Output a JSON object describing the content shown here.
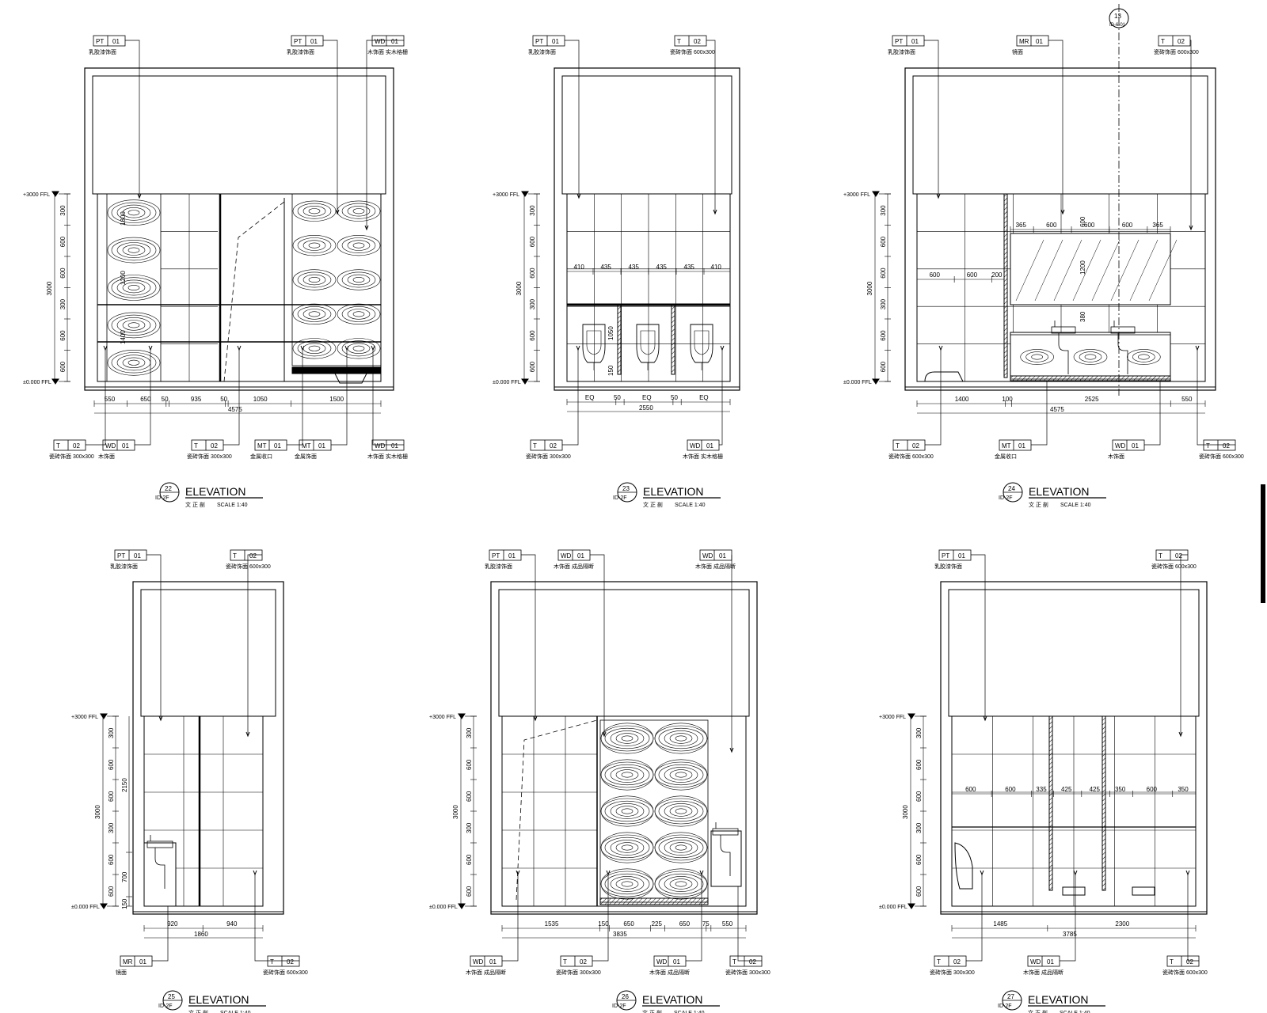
{
  "sheet": {
    "title_word": "ELEVATION",
    "sheet_ref": "ID-2F",
    "scale_text": "SCALE 1:40",
    "scale_prefix": "文 正 剖"
  },
  "elevations": [
    {
      "number": "22",
      "tags_top": [
        {
          "code": "PT",
          "num": "01",
          "note": "乳胶漆饰面"
        },
        {
          "code": "PT",
          "num": "01",
          "note": "乳胶漆饰面"
        },
        {
          "code": "WD",
          "num": "01",
          "note": "木饰面 实木格栅"
        }
      ],
      "tags_bottom": [
        {
          "code": "T",
          "num": "02",
          "note": "瓷砖饰面 300x300"
        },
        {
          "code": "WD",
          "num": "01",
          "note": "木饰面"
        },
        {
          "code": "T",
          "num": "02",
          "note": "瓷砖饰面 300x300"
        },
        {
          "code": "MT",
          "num": "01",
          "note": "金属收口"
        },
        {
          "code": "MT",
          "num": "01",
          "note": "金属饰面"
        },
        {
          "code": "WD",
          "num": "01",
          "note": "木饰面 实木格栅"
        }
      ],
      "level_top": "+3000 FFL",
      "level_bottom": "±0.000 FFL",
      "vert_dims": [
        "300",
        "600",
        "600",
        "300",
        "600",
        "600"
      ],
      "vert_total": "3000",
      "inner_dims": [
        "1800",
        "1200",
        "1400"
      ],
      "horiz_dims": [
        "550",
        "650",
        "50",
        "935",
        "50",
        "1050",
        "1500"
      ],
      "horiz_total": "4575"
    },
    {
      "number": "23",
      "tags_top": [
        {
          "code": "PT",
          "num": "01",
          "note": "乳胶漆饰面"
        },
        {
          "code": "T",
          "num": "02",
          "note": "瓷砖饰面 600x300"
        }
      ],
      "tags_bottom": [
        {
          "code": "T",
          "num": "02",
          "note": "瓷砖饰面 300x300"
        },
        {
          "code": "WD",
          "num": "01",
          "note": "木饰面 实木格栅"
        }
      ],
      "level_top": "+3000 FFL",
      "level_bottom": "±0.000 FFL",
      "vert_dims": [
        "300",
        "600",
        "600",
        "300",
        "600",
        "600"
      ],
      "vert_total": "3000",
      "row_dims": [
        "410",
        "435",
        "435",
        "435",
        "435",
        "410"
      ],
      "inner_dims": [
        "1050",
        "150"
      ],
      "horiz_dims": [
        "EQ",
        "50",
        "EQ",
        "50",
        "EQ"
      ],
      "horiz_total": "2550"
    },
    {
      "number": "24",
      "callout": {
        "num": "13",
        "ref": "ID-6-01"
      },
      "tags_top": [
        {
          "code": "PT",
          "num": "01",
          "note": "乳胶漆饰面"
        },
        {
          "code": "MR",
          "num": "01",
          "note": "镜面"
        },
        {
          "code": "T",
          "num": "02",
          "note": "瓷砖饰面 600x300"
        }
      ],
      "tags_bottom": [
        {
          "code": "T",
          "num": "02",
          "note": "瓷砖饰面 600x300"
        },
        {
          "code": "MT",
          "num": "01",
          "note": "金属收口"
        },
        {
          "code": "WD",
          "num": "01",
          "note": "木饰面"
        },
        {
          "code": "T",
          "num": "02",
          "note": "瓷砖饰面 600x300"
        }
      ],
      "level_top": "+3000 FFL",
      "level_bottom": "±0.000 FFL",
      "vert_dims": [
        "300",
        "600",
        "600",
        "300",
        "600",
        "600"
      ],
      "vert_total": "3000",
      "row_dims_left": [
        "600",
        "600",
        "200"
      ],
      "row_dims_mirror": [
        "365",
        "600",
        "600",
        "600",
        "365"
      ],
      "inner_dims": [
        "600",
        "1200",
        "380"
      ],
      "horiz_dims": [
        "1400",
        "100",
        "2525",
        "550"
      ],
      "horiz_total": "4575"
    },
    {
      "number": "25",
      "tags_top": [
        {
          "code": "PT",
          "num": "01",
          "note": "乳胶漆饰面"
        },
        {
          "code": "T",
          "num": "02",
          "note": "瓷砖饰面 600x300"
        }
      ],
      "tags_bottom": [
        {
          "code": "MR",
          "num": "01",
          "note": "镜面"
        },
        {
          "code": "T",
          "num": "02",
          "note": "瓷砖饰面 600x300"
        }
      ],
      "level_top": "+3000 FFL",
      "level_bottom": "±0.000 FFL",
      "vert_dims": [
        "300",
        "600",
        "600",
        "300",
        "600",
        "600"
      ],
      "left_dims": [
        "2150",
        "700",
        "150"
      ],
      "vert_total": "3000",
      "horiz_dims": [
        "920",
        "940"
      ],
      "horiz_total": "1860"
    },
    {
      "number": "26",
      "tags_top": [
        {
          "code": "PT",
          "num": "01",
          "note": "乳胶漆饰面"
        },
        {
          "code": "WD",
          "num": "01",
          "note": "木饰面 成品隔断"
        },
        {
          "code": "WD",
          "num": "01",
          "note": "木饰面 成品隔断"
        }
      ],
      "tags_bottom": [
        {
          "code": "WD",
          "num": "01",
          "note": "木饰面 成品隔断"
        },
        {
          "code": "T",
          "num": "02",
          "note": "瓷砖饰面 300x300"
        },
        {
          "code": "WD",
          "num": "01",
          "note": "木饰面 成品隔断"
        },
        {
          "code": "T",
          "num": "02",
          "note": "瓷砖饰面 300x300"
        }
      ],
      "level_top": "+3000 FFL",
      "level_bottom": "±0.000 FFL",
      "vert_dims": [
        "300",
        "600",
        "600",
        "300",
        "600",
        "600"
      ],
      "vert_total": "3000",
      "horiz_dims": [
        "1535",
        "150",
        "650",
        "225",
        "650",
        "75",
        "550"
      ],
      "horiz_total": "3835"
    },
    {
      "number": "27",
      "tags_top": [
        {
          "code": "PT",
          "num": "01",
          "note": "乳胶漆饰面"
        },
        {
          "code": "T",
          "num": "02",
          "note": "瓷砖饰面 600x300"
        }
      ],
      "tags_bottom": [
        {
          "code": "T",
          "num": "02",
          "note": "瓷砖饰面 300x300"
        },
        {
          "code": "WD",
          "num": "01",
          "note": "木饰面 成品隔断"
        },
        {
          "code": "T",
          "num": "02",
          "note": "瓷砖饰面 600x300"
        }
      ],
      "level_top": "+3000 FFL",
      "level_bottom": "±0.000 FFL",
      "vert_dims": [
        "300",
        "600",
        "600",
        "300",
        "600",
        "600"
      ],
      "vert_total": "3000",
      "row_dims": [
        "600",
        "600",
        "335",
        "425",
        "425",
        "350",
        "600",
        "350"
      ],
      "horiz_dims": [
        "1485",
        "2300"
      ],
      "horiz_total": "3785"
    }
  ]
}
